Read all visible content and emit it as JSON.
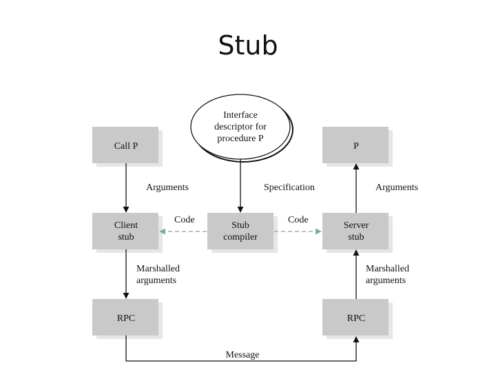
{
  "title": "Stub",
  "colors": {
    "box_fill": "#c9c9c9",
    "box_shadow": "#e6e6e6",
    "dashed_arrow": "#7fa6a2"
  },
  "diagram": {
    "interface": [
      "Interface",
      "descriptor for",
      "procedure P"
    ],
    "call_p": "Call P",
    "p": "P",
    "client_stub": [
      "Client",
      "stub"
    ],
    "stub_compiler": [
      "Stub",
      "compiler"
    ],
    "server_stub": [
      "Server",
      "stub"
    ],
    "rpc_left": "RPC",
    "rpc_right": "RPC",
    "labels": {
      "arguments_left": "Arguments",
      "specification": "Specification",
      "arguments_right": "Arguments",
      "code_left": "Code",
      "code_right": "Code",
      "marshalled_left": [
        "Marshalled",
        "arguments"
      ],
      "marshalled_right": [
        "Marshalled",
        "arguments"
      ],
      "message": "Message"
    }
  }
}
